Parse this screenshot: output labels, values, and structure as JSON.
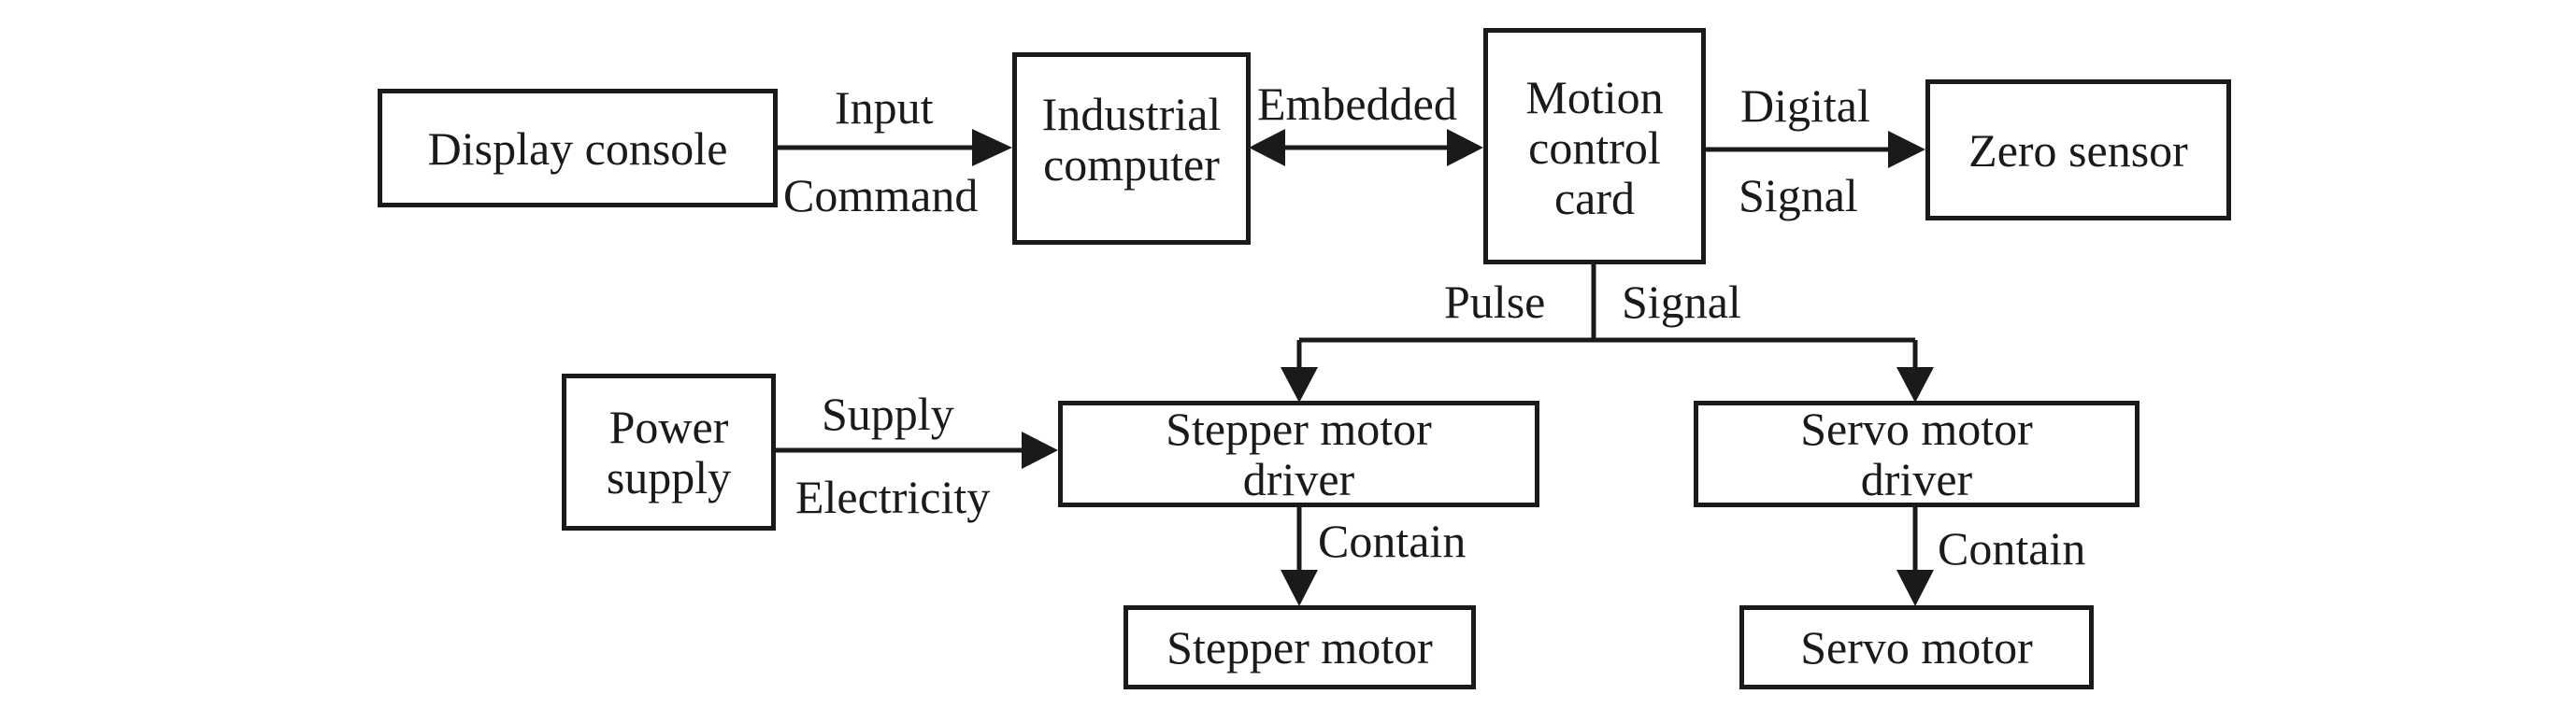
{
  "diagram": {
    "nodes": {
      "display_console": "Display console",
      "industrial_computer": "Industrial\ncomputer",
      "motion_control_card": "Motion\ncontrol\ncard",
      "zero_sensor": "Zero sensor",
      "power_supply": "Power\nsupply",
      "stepper_motor_driver": "Stepper motor\ndriver",
      "servo_motor_driver": "Servo motor\ndriver",
      "stepper_motor": "Stepper motor",
      "servo_motor": "Servo motor"
    },
    "edges": {
      "console_to_computer_top": "Input",
      "console_to_computer_bottom": "Command",
      "computer_card": "Embedded",
      "card_to_sensor_top": "Digital",
      "card_to_sensor_bottom": "Signal",
      "card_to_drivers_left": "Pulse",
      "card_to_drivers_right": "Signal",
      "power_to_stepper_top": "Supply",
      "power_to_stepper_bottom": "Electricity",
      "stepper_driver_to_motor": "Contain",
      "servo_driver_to_motor": "Contain"
    }
  }
}
